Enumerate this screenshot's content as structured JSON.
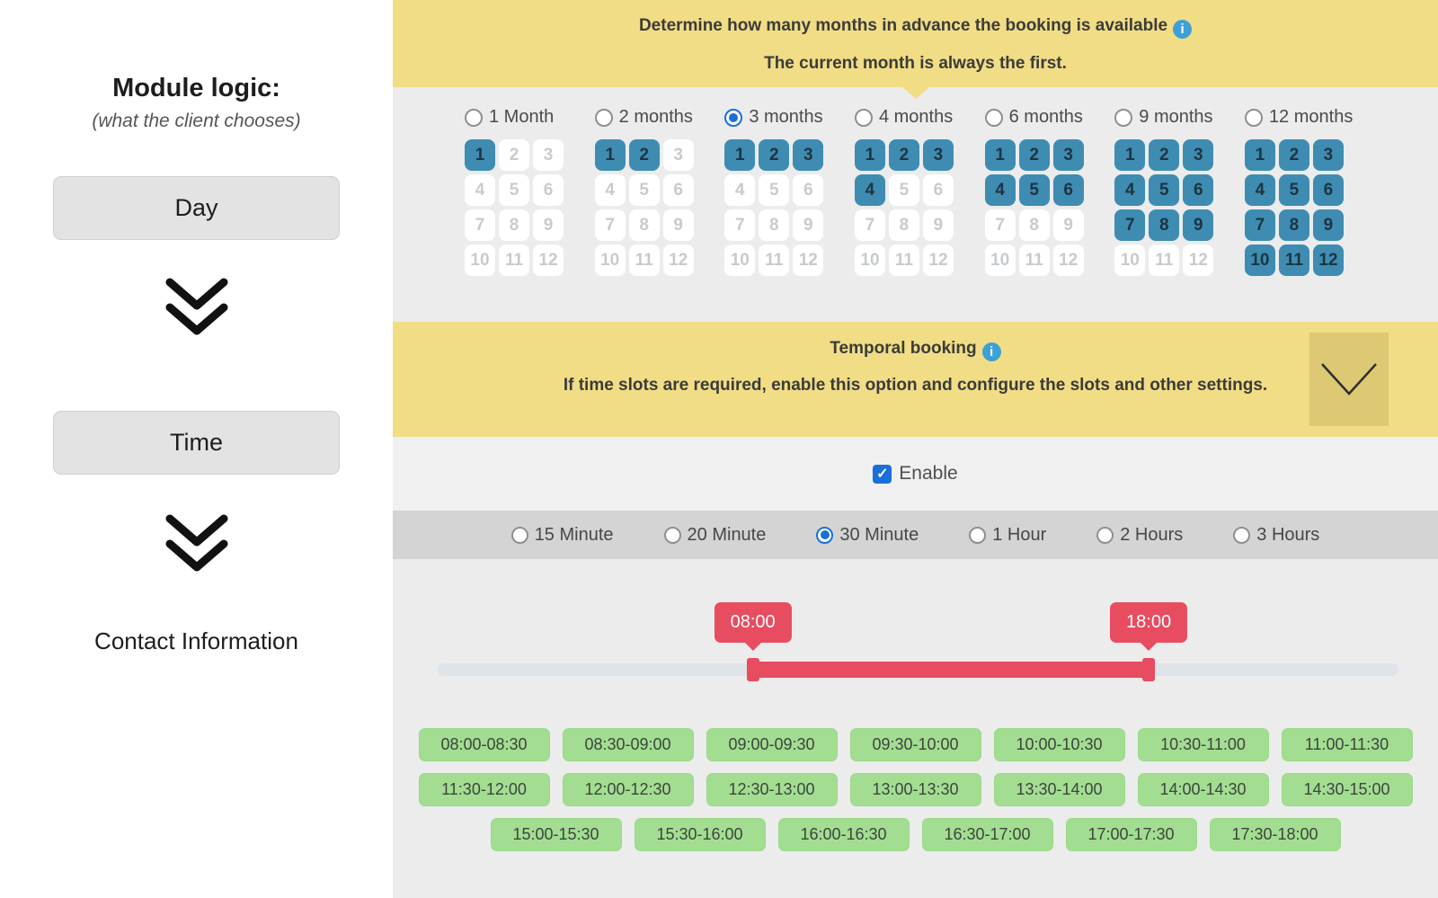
{
  "sidebar": {
    "title": "Module logic:",
    "subtitle": "(what the client chooses)",
    "step_day": "Day",
    "step_time": "Time",
    "step_contact": "Contact Information"
  },
  "advance_banner": {
    "line1": "Determine how many months in advance the booking is available",
    "line2": "The current month is always the first."
  },
  "icons": {
    "info_glyph": "i",
    "check_glyph": "✓"
  },
  "calendar_numbers": [
    1,
    2,
    3,
    4,
    5,
    6,
    7,
    8,
    9,
    10,
    11,
    12
  ],
  "month_options": [
    {
      "label": "1 Month",
      "months": 1,
      "selected": false
    },
    {
      "label": "2 months",
      "months": 2,
      "selected": false
    },
    {
      "label": "3 months",
      "months": 3,
      "selected": true
    },
    {
      "label": "4 months",
      "months": 4,
      "selected": false
    },
    {
      "label": "6 months",
      "months": 6,
      "selected": false
    },
    {
      "label": "9 months",
      "months": 9,
      "selected": false
    },
    {
      "label": "12 months",
      "months": 12,
      "selected": false
    }
  ],
  "temporal_banner": {
    "title": "Temporal booking",
    "subtitle": "If time slots are required, enable this option and configure the slots and other settings."
  },
  "enable": {
    "label": "Enable",
    "checked": true
  },
  "duration_options": [
    {
      "label": "15 Minute",
      "selected": false
    },
    {
      "label": "20 Minute",
      "selected": false
    },
    {
      "label": "30 Minute",
      "selected": true
    },
    {
      "label": "1 Hour",
      "selected": false
    },
    {
      "label": "2 Hours",
      "selected": false
    },
    {
      "label": "3 Hours",
      "selected": false
    }
  ],
  "slider": {
    "start_label": "08:00",
    "end_label": "18:00",
    "start_pct": 32.8,
    "end_pct": 74.0
  },
  "slot_rows": [
    [
      "08:00-08:30",
      "08:30-09:00",
      "09:00-09:30",
      "09:30-10:00",
      "10:00-10:30",
      "10:30-11:00",
      "11:00-11:30"
    ],
    [
      "11:30-12:00",
      "12:00-12:30",
      "12:30-13:00",
      "13:00-13:30",
      "13:30-14:00",
      "14:00-14:30",
      "14:30-15:00"
    ],
    [
      "15:00-15:30",
      "15:30-16:00",
      "16:00-16:30",
      "16:30-17:00",
      "17:00-17:30",
      "17:30-18:00"
    ]
  ],
  "colors": {
    "banner_yellow": "#f1dd85",
    "collapse_yellow": "#ddc873",
    "calendar_blue": "#3e8cb2",
    "accent_blue": "#1b6fd8",
    "slider_red": "#e84c61",
    "slot_green": "#a3dd92",
    "section_gray": "#ececec",
    "bar_gray": "#d4d4d4"
  }
}
